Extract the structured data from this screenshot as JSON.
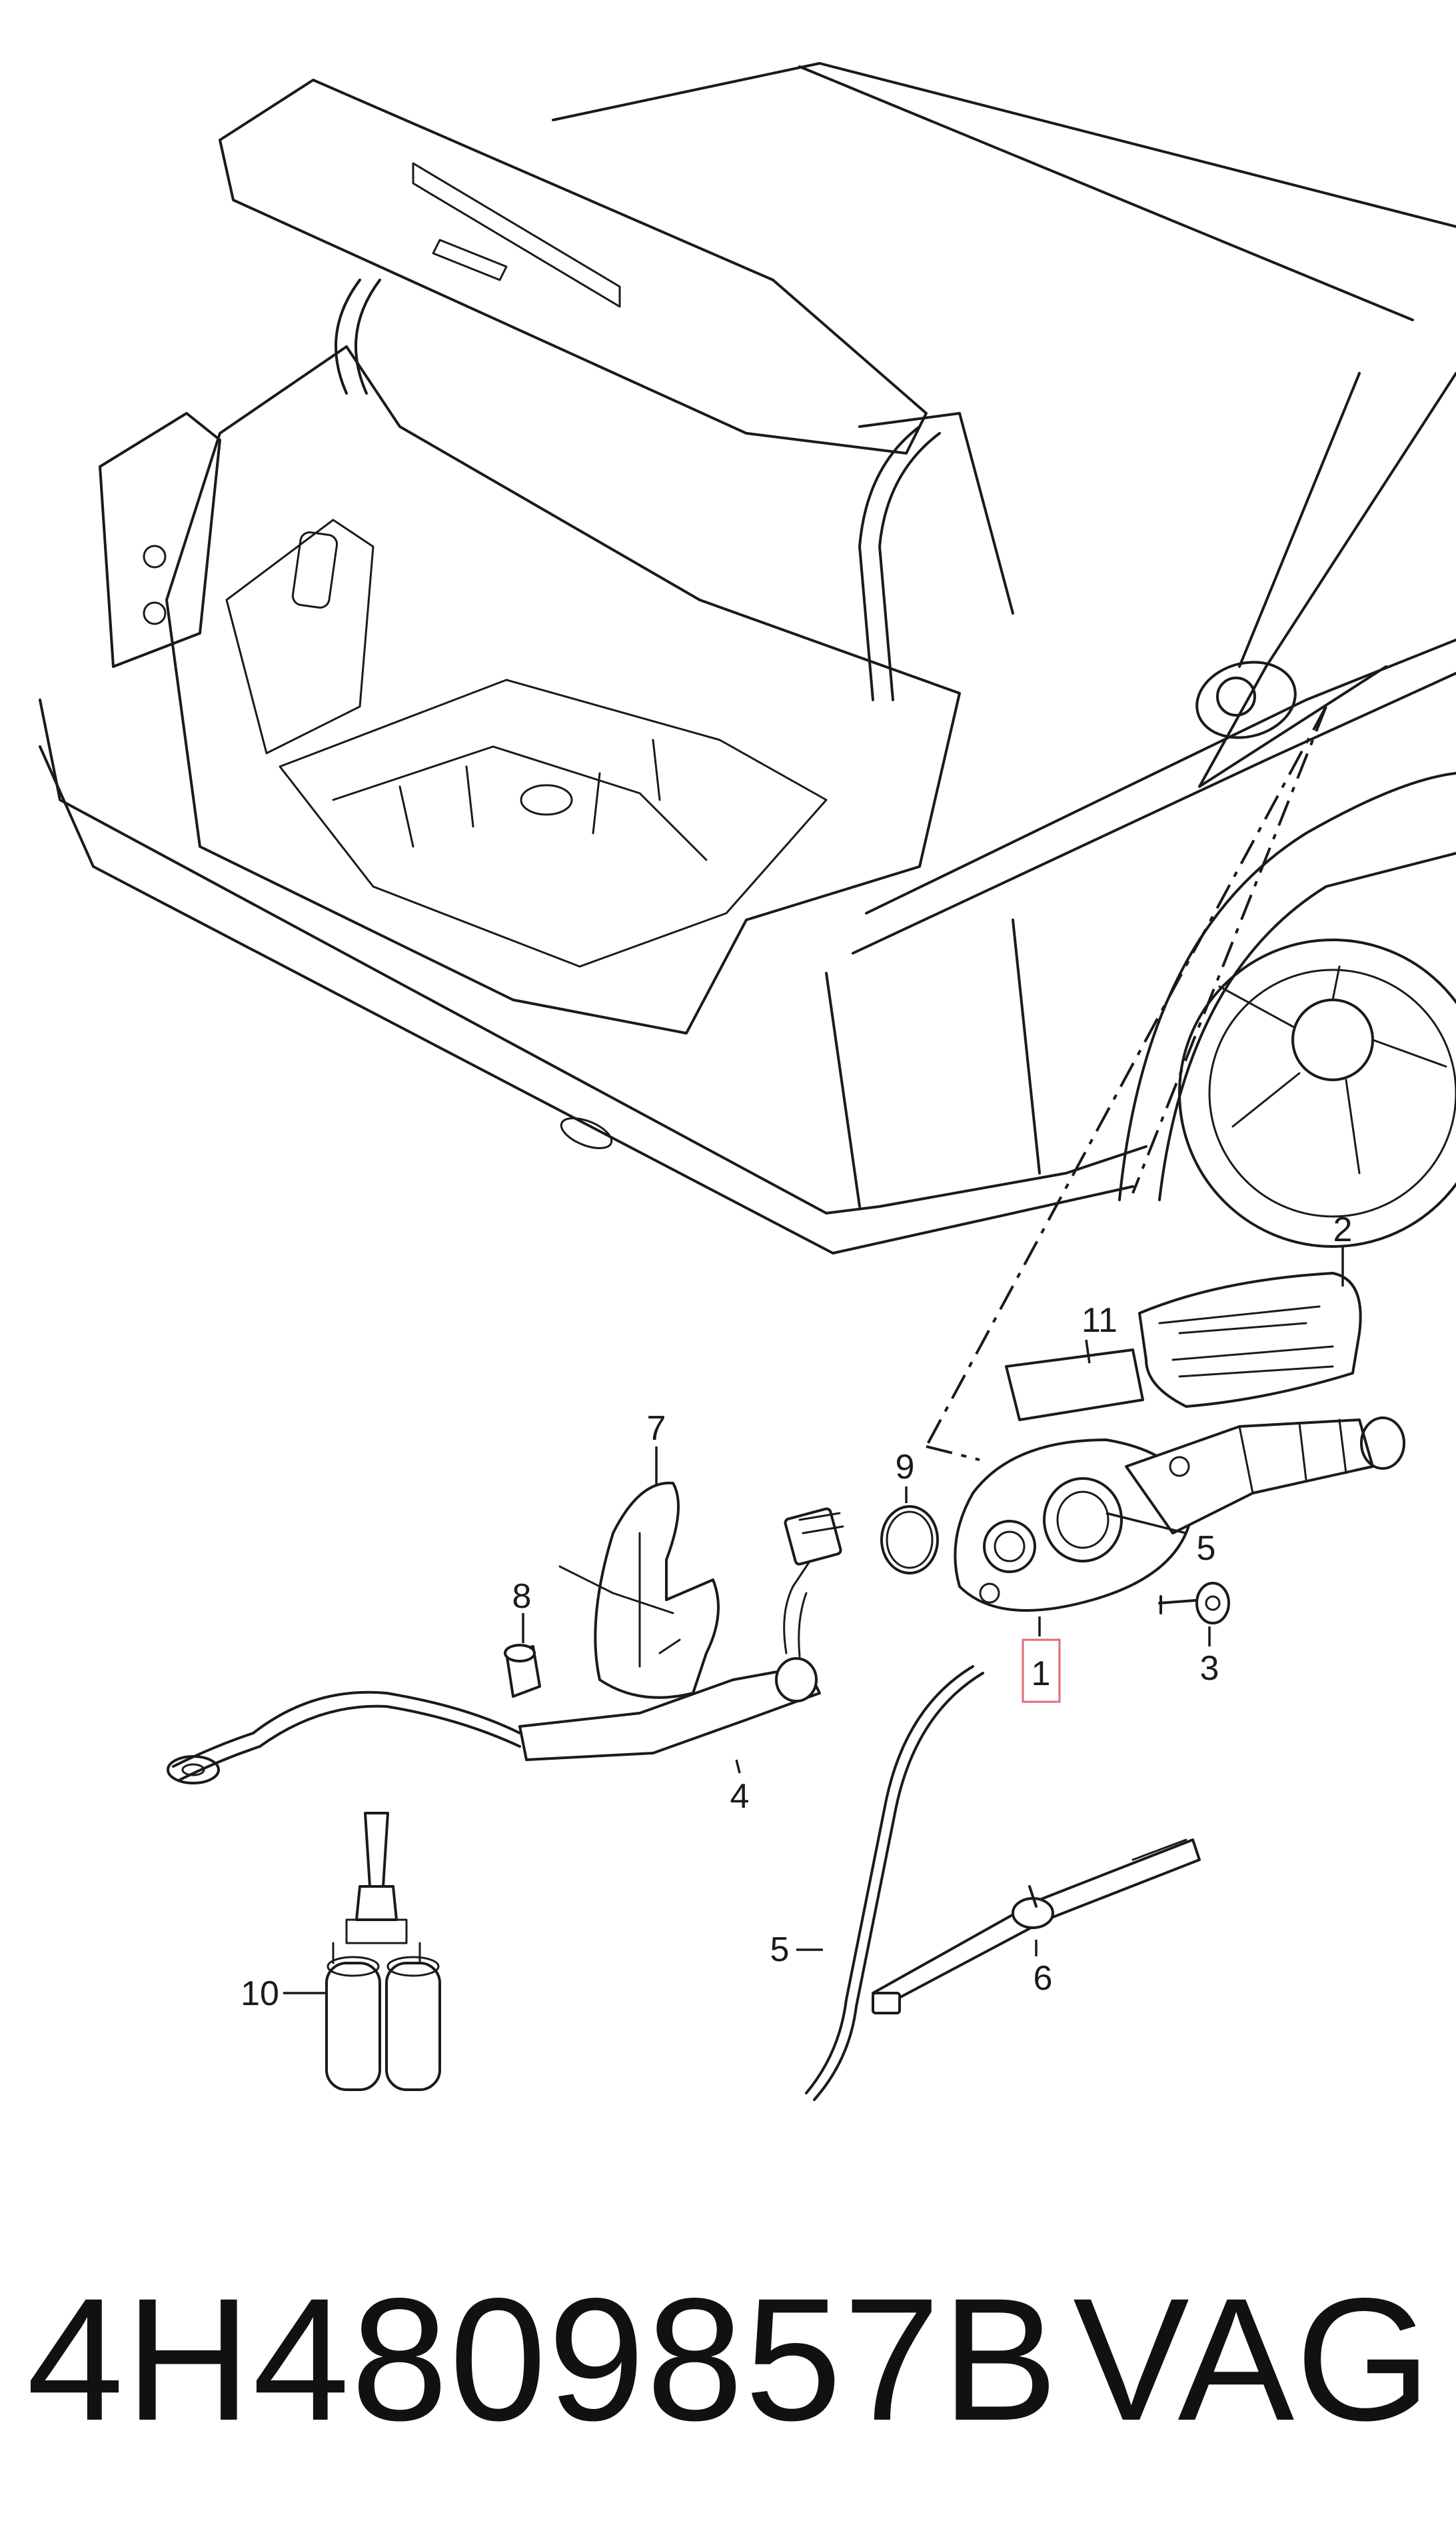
{
  "callouts": {
    "c1": "1",
    "c2": "2",
    "c3": "3",
    "c4": "4",
    "c5a": "5",
    "c5b": "5",
    "c6": "6",
    "c7": "7",
    "c8": "8",
    "c9": "9",
    "c10": "10",
    "c11": "11"
  },
  "footer": {
    "part_number": "4H4809857B",
    "brand": "VAG"
  },
  "colors": {
    "line": "#1a1a1a",
    "highlight_box": "#e06a78",
    "background": "#ffffff"
  }
}
